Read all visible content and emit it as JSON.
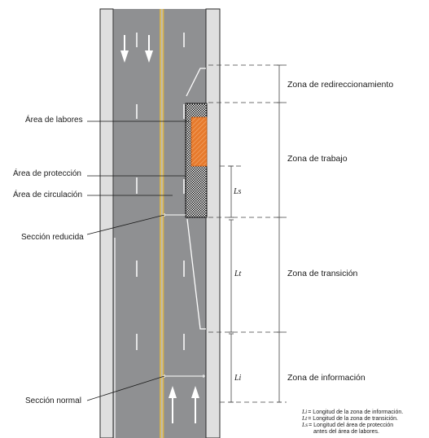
{
  "labels": {
    "work_area": "Área de labores",
    "protection_area": "Área de protección",
    "circulation_area": "Área de circulación",
    "reduced_section": "Sección reducida",
    "normal_section": "Sección normal"
  },
  "zones": {
    "redirection": "Zona de redireccionamiento",
    "work": "Zona de trabajo",
    "transition": "Zona de transición",
    "information": "Zona de información"
  },
  "measures": {
    "ls": "Ls",
    "lt": "Lt",
    "li": "Li"
  },
  "legend": [
    {
      "symbol": "Li",
      "text": "= Longitud de la zona de información."
    },
    {
      "symbol": "Lt",
      "text": "= Longitud de la zona de transición."
    },
    {
      "symbol": "Ls",
      "text": "= Longitud del área de protección",
      "text2": "antes del área de labores."
    }
  ],
  "colors": {
    "asphalt": "#8f9092",
    "shoulder": "#dfdfdf",
    "centerline": "#d8b34a",
    "work_area": "#e77a2c",
    "dimension": "#444444"
  },
  "icons": {
    "arrow_down": "arrow-down-icon",
    "arrow_up": "arrow-up-icon"
  }
}
